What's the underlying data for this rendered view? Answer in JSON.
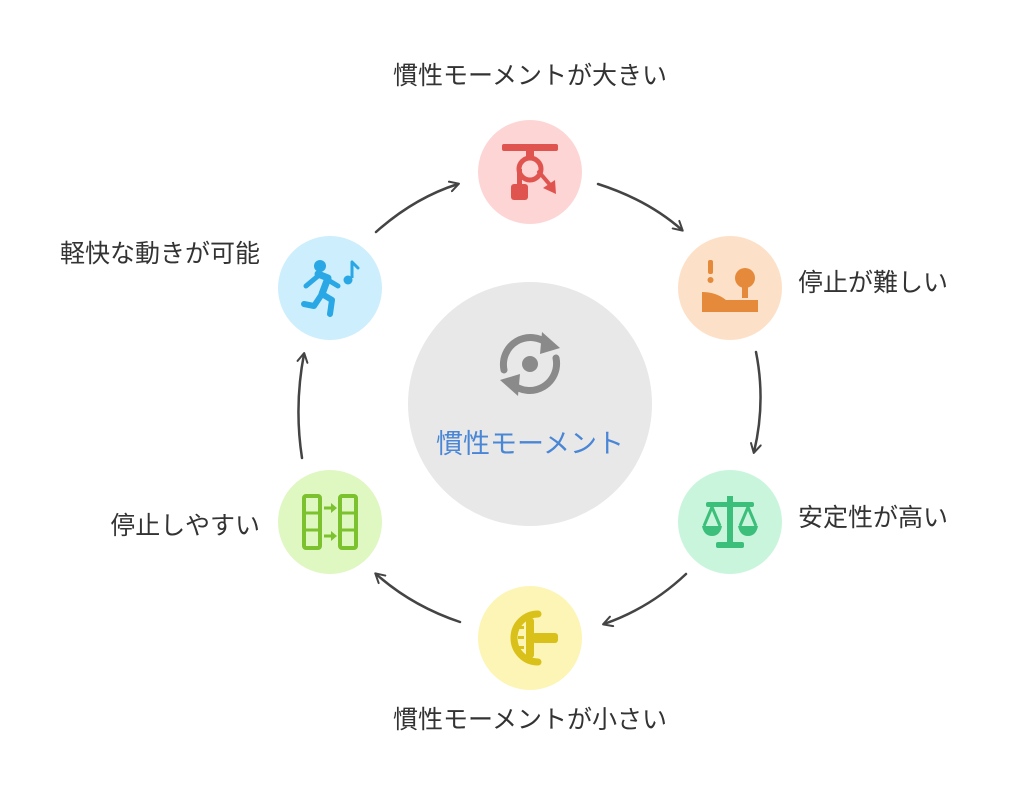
{
  "center": {
    "label": "慣性モーメント",
    "icon": "rotate-cycle-icon",
    "label_color": "#4a86d6"
  },
  "nodes": [
    {
      "label": "慣性モーメントが大きい",
      "icon": "pulley-weight-icon",
      "bg": "#fdd5d5",
      "fg": "#e0544f"
    },
    {
      "label": "停止が難しい",
      "icon": "slope-warning-icon",
      "bg": "#fde0c8",
      "fg": "#e58a3a"
    },
    {
      "label": "安定性が高い",
      "icon": "balance-scale-icon",
      "bg": "#c9f5dd",
      "fg": "#3cbf7a"
    },
    {
      "label": "慣性モーメントが小さい",
      "icon": "hub-wheel-icon",
      "bg": "#fdf5b5",
      "fg": "#d9c11a"
    },
    {
      "label": "停止しやすい",
      "icon": "panel-arrows-icon",
      "bg": "#dff7c0",
      "fg": "#7cc22e"
    },
    {
      "label": "軽快な動きが可能",
      "icon": "running-person-icon",
      "bg": "#cdeefc",
      "fg": "#2aa7e5"
    }
  ],
  "arrow_color": "#444444"
}
